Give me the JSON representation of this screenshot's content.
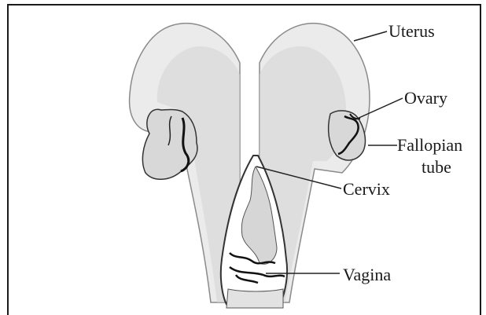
{
  "labels": {
    "uterus": "Uterus",
    "ovary": "Ovary",
    "fallopian_line1": "Fallopian",
    "fallopian_line2": "tube",
    "cervix": "Cervix",
    "vagina": "Vagina"
  },
  "colors": {
    "organ_fill": "#e9e9e9",
    "organ_shade": "#cfcfcf",
    "outline": "#4a4a4a",
    "ovary_fill": "#d7d7d7",
    "dark_detail": "#222222"
  }
}
